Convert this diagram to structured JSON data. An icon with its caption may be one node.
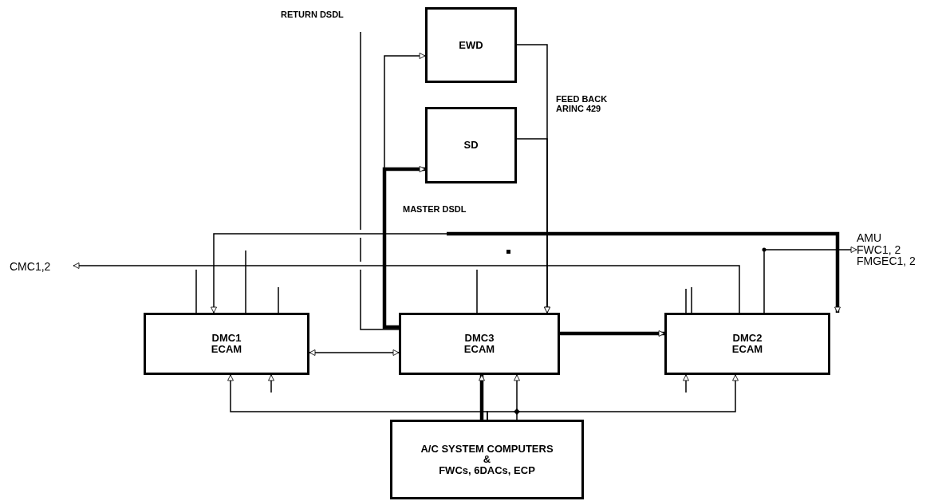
{
  "diagram": {
    "nodes": [
      {
        "text": [
          "EWD"
        ]
      },
      {
        "text": [
          "SD"
        ]
      },
      {
        "text": [
          "DMC1 ECAM"
        ]
      },
      {
        "text": [
          "DMC3 ECAM"
        ]
      },
      {
        "text": [
          "DMC2 ECAM"
        ]
      },
      {
        "text": [
          "A/C SYSTEM COMPUTERS",
          "&",
          "FWCs, 6DACs, ECP"
        ]
      },
      {
        "text": [
          "CMC1,2"
        ]
      },
      {
        "text": [
          "AMU",
          "FWC1, 2",
          "FMGEC1, 2"
        ]
      }
    ],
    "edges": [
      {
        "from": 3,
        "to": 0,
        "arrow": "to"
      },
      {
        "from": 3,
        "to": 1,
        "arrow": "to",
        "style": "thick"
      },
      {
        "from": 0,
        "to": 3,
        "arrow": "to"
      },
      {
        "from": 1,
        "to": 3,
        "arrow": "to"
      },
      {
        "from": 2,
        "to": 3,
        "arrow": "both"
      },
      {
        "from": 3,
        "to": 4,
        "arrow": "to",
        "style": "thick"
      },
      {
        "from": 5,
        "to": 2,
        "arrow": "to"
      },
      {
        "from": 5,
        "to": 3,
        "arrow": "to"
      },
      {
        "from": 5,
        "to": 4,
        "arrow": "to"
      },
      {
        "from": 5,
        "to": 3,
        "arrow": "to",
        "style": "thick"
      },
      {
        "from": 4,
        "to": 6,
        "arrow": "to"
      },
      {
        "from": 4,
        "to": 7,
        "arrow": "to"
      },
      {
        "from": null,
        "to": 2,
        "arrow": "to"
      },
      {
        "from": null,
        "to": 4,
        "arrow": "to"
      },
      {
        "from": null,
        "to": 2,
        "arrow": "to"
      },
      {
        "from": null,
        "to": 4,
        "arrow": "to",
        "style": "thick"
      }
    ],
    "labels": [
      "RETURN DSDL",
      "FEED BACK ARINC 429",
      "MASTER DSDL"
    ]
  }
}
